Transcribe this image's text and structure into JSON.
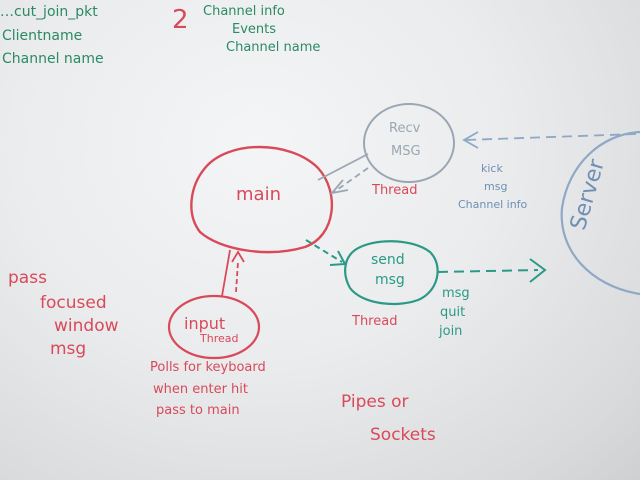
{
  "colors": {
    "red": "#d84a5a",
    "green": "#2b8a64",
    "teal": "#2a9a86",
    "blue": "#6f8fb4",
    "gray": "#9aa7b3"
  },
  "top_left": {
    "line1": "…cut_join_pkt",
    "line2": "Clientname",
    "line3": "Channel name"
  },
  "top_mid": {
    "number": "2",
    "line1": "Channel info",
    "line2": "Events",
    "line3": "Channel name"
  },
  "nodes": {
    "main": "main",
    "recv_line1": "Recv",
    "recv_line2": "MSG",
    "recv_thread": "Thread",
    "send_line1": "send",
    "send_line2": "msg",
    "send_thread": "Thread",
    "input_line1": "input",
    "input_line2": "Thread",
    "server": "Server"
  },
  "recv_labels": [
    "kick",
    "msg",
    "Channel info"
  ],
  "send_labels": [
    "msg",
    "quit",
    "join"
  ],
  "left_notes": [
    "pass",
    "focused",
    "window",
    "msg"
  ],
  "input_note": [
    "Polls for keyboard",
    "when enter hit",
    "pass to main"
  ],
  "pipes_note": [
    "Pipes or",
    "Sockets"
  ]
}
